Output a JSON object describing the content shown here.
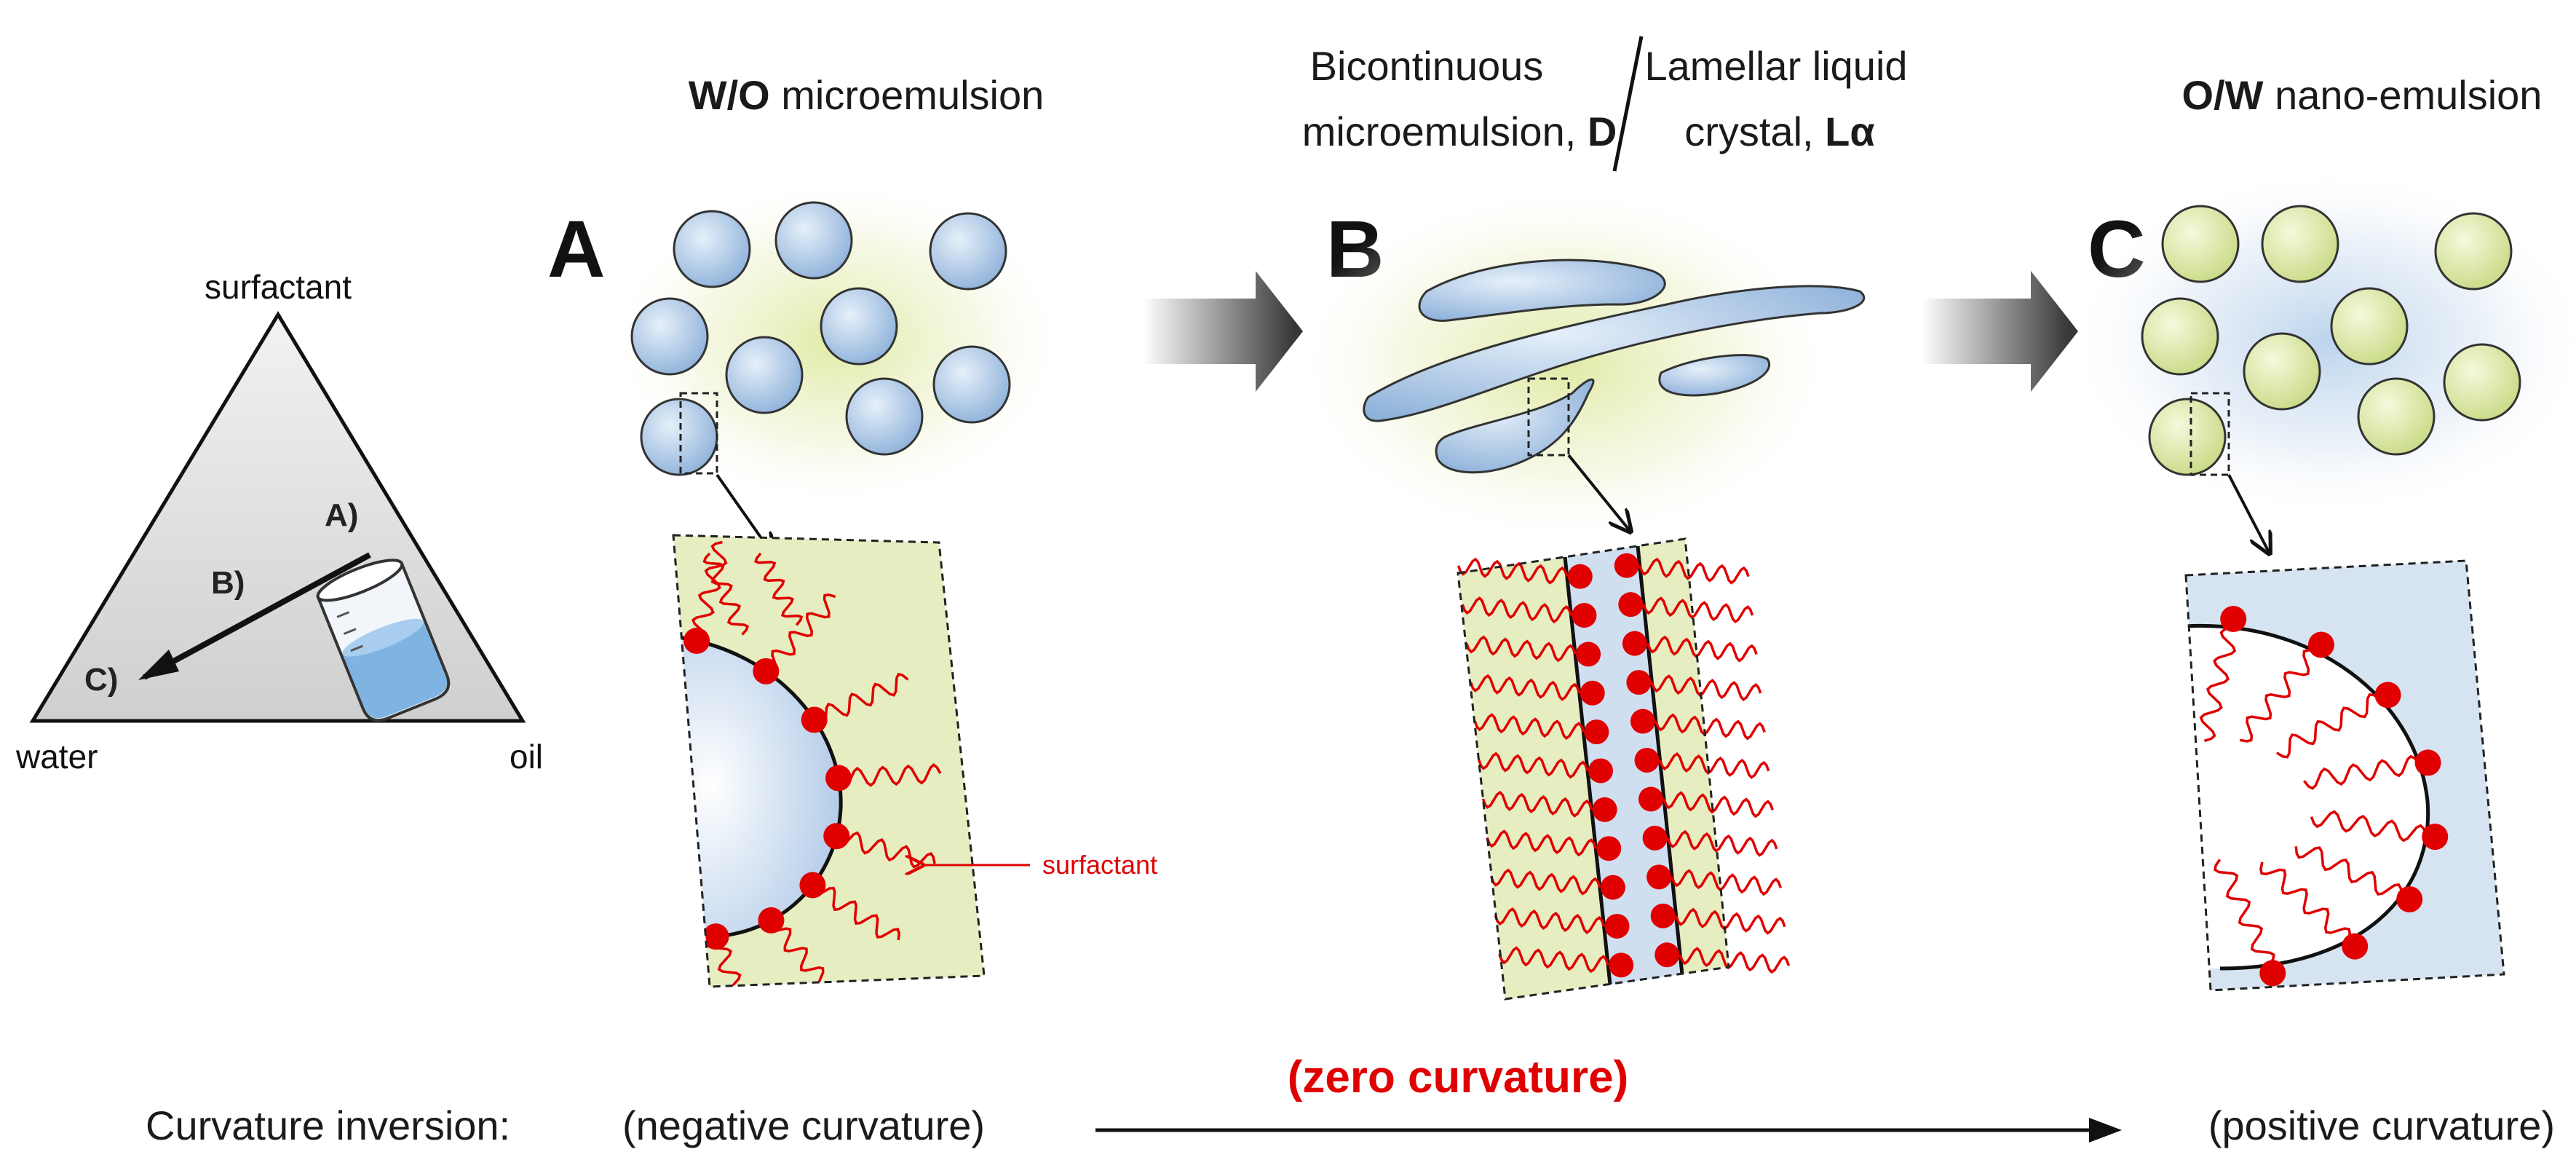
{
  "ternary": {
    "vertex_top": "surfactant",
    "vertex_left": "water",
    "vertex_right": "oil",
    "path_labels": [
      "A)",
      "B)",
      "C)"
    ]
  },
  "panels": {
    "A": {
      "letter": "A",
      "title_bold": "W/O",
      "title_rest": " microemulsion",
      "annotation": "surfactant",
      "curvature": "(negative curvature)"
    },
    "B": {
      "letter": "B",
      "title_left_line1": "Bicontinuous",
      "title_left_line2": "microemulsion, ",
      "title_left_symbol": "D",
      "title_right_line1": "Lamellar liquid",
      "title_right_line2": "crystal, ",
      "title_right_symbol": "Lα",
      "curvature": "(zero curvature)"
    },
    "C": {
      "letter": "C",
      "title_bold": "O/W",
      "title_rest": " nano-emulsion",
      "curvature": "(positive curvature)"
    }
  },
  "footer": {
    "label": "Curvature inversion:"
  },
  "colors": {
    "water_droplet": "#a8c6e6",
    "oil_droplet": "#dbe8a6",
    "oil_phase": "#e8efc4",
    "water_phase": "#d2e0f0",
    "surfactant": "#e00000",
    "triangle_fill": "#dedede"
  }
}
